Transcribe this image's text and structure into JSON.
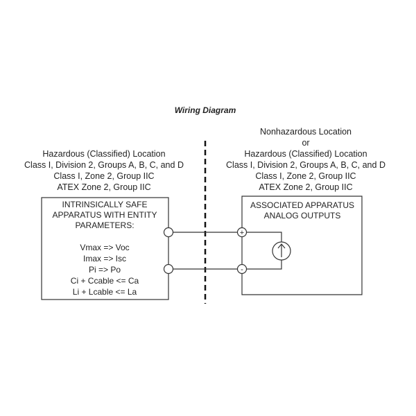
{
  "title": "Wiring Diagram",
  "left_location": {
    "lines": [
      "Hazardous (Classified) Location",
      "Class I, Division 2, Groups A, B, C, and D",
      "Class I, Zone 2, Group IIC",
      "ATEX Zone 2, Group IIC"
    ]
  },
  "right_location": {
    "lines": [
      "Nonhazardous Location",
      "or",
      "Hazardous (Classified) Location",
      "Class I, Division 2, Groups A, B, C, and D",
      "Class I, Zone 2, Group IIC",
      "ATEX Zone 2, Group IIC"
    ]
  },
  "left_box": {
    "heading": [
      "INTRINSICALLY SAFE",
      "APPARATUS WITH ENTITY",
      "PARAMETERS:"
    ],
    "params": [
      "Vmax => Voc",
      "Imax => Isc",
      "Pi => Po",
      "Ci + Ccable <= Ca",
      "Li + Lcable <= La"
    ]
  },
  "right_box": {
    "heading": [
      "ASSOCIATED APPARATUS",
      "ANALOG OUTPUTS"
    ],
    "plus_label": "+",
    "minus_label": "-"
  }
}
